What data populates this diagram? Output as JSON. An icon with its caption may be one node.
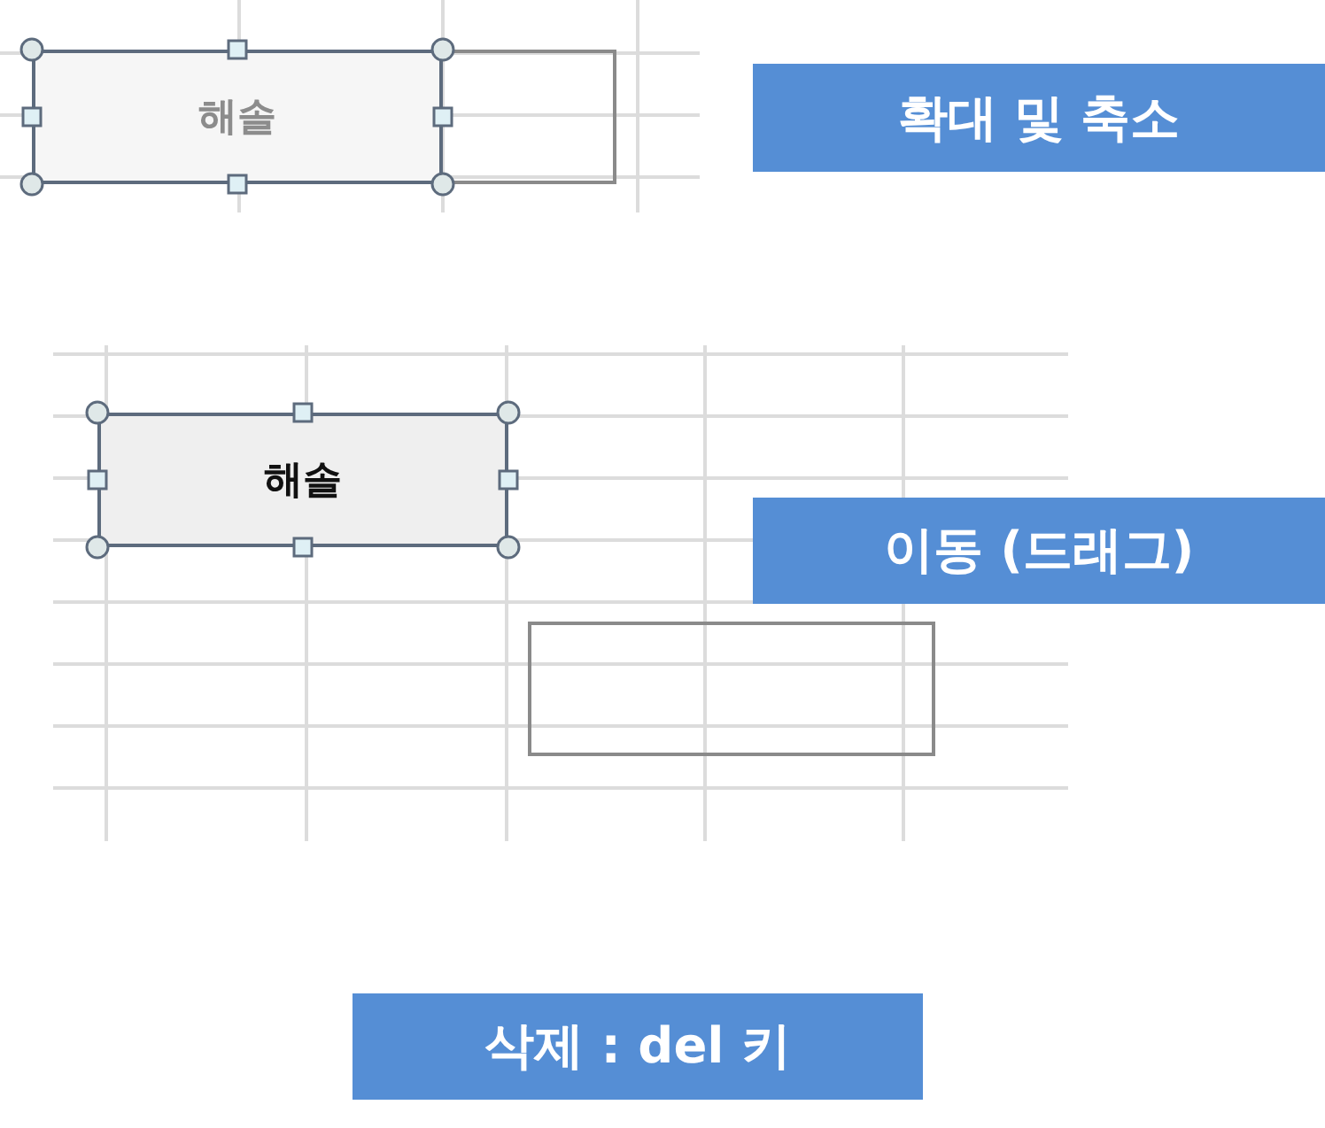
{
  "diagram": {
    "nodes": [
      {
        "text": [],
        "shape": "box"
      },
      {
        "text": [
          "해솔"
        ],
        "in": 0
      },
      {
        "text": [
          "확대 및 축소"
        ]
      },
      {
        "text": [
          "해솔"
        ]
      },
      {
        "text": [
          "이동 (드래그)"
        ]
      },
      {
        "text": [],
        "shape": "box"
      },
      {
        "text": [
          "삭제 : del 키"
        ]
      }
    ]
  }
}
